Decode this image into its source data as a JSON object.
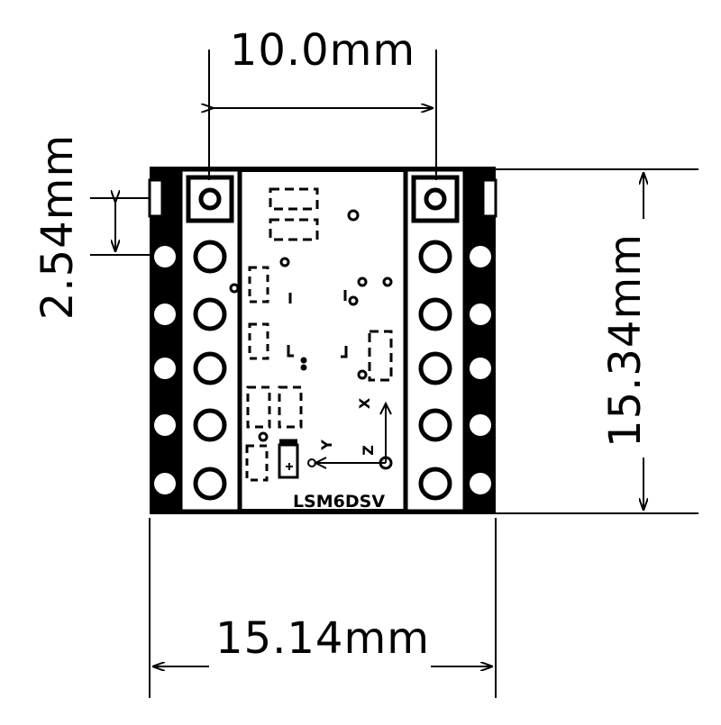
{
  "dimensions": {
    "pin_spacing": "10.0mm",
    "pitch": "2.54mm",
    "board_height": "15.34mm",
    "board_width": "15.14mm"
  },
  "silkscreen": {
    "part_name": "LSM6DSV",
    "axis_x": "X",
    "axis_y": "Y",
    "axis_z": "Z"
  },
  "colors": {
    "ink": "#000000",
    "paper": "#ffffff"
  }
}
